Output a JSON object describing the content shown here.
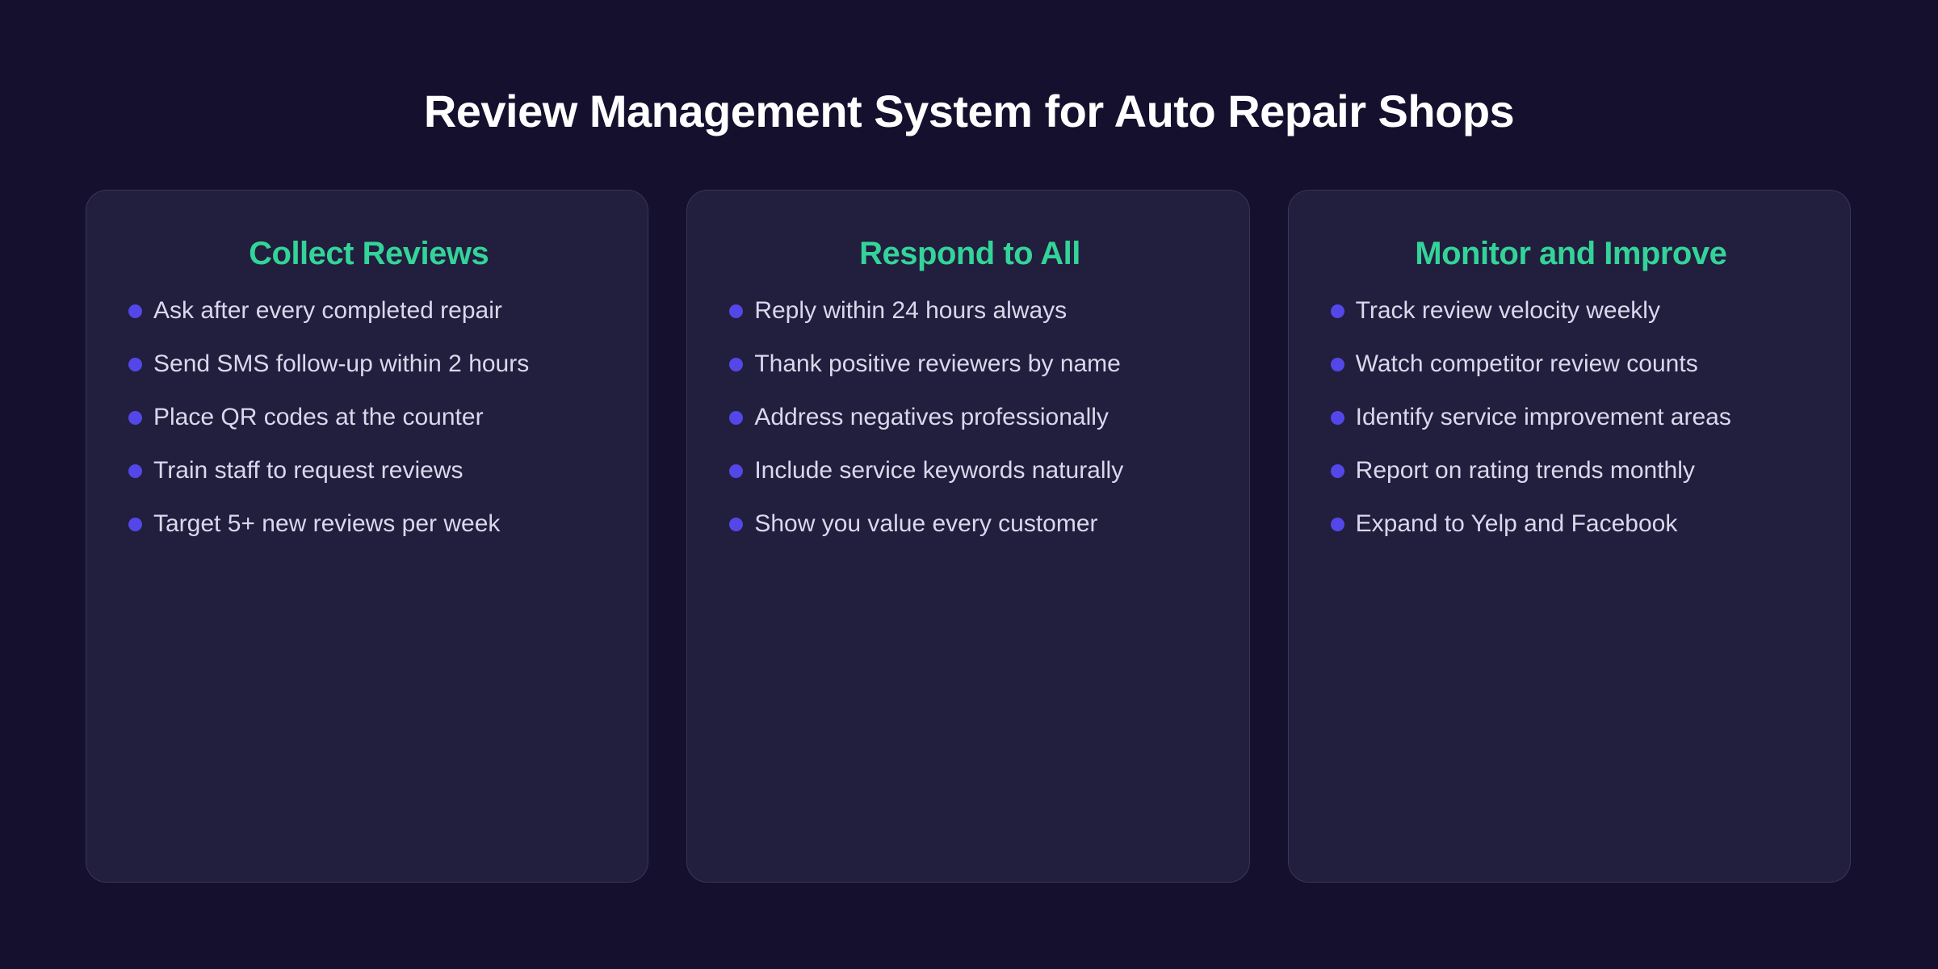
{
  "page": {
    "title": "Review Management System for Auto Repair Shops"
  },
  "cards": [
    {
      "title": "Collect Reviews",
      "items": [
        "Ask after every completed repair",
        "Send SMS follow-up within 2 hours",
        "Place QR codes at the counter",
        "Train staff to request reviews",
        "Target 5+ new reviews per week"
      ]
    },
    {
      "title": "Respond to All",
      "items": [
        "Reply within 24 hours always",
        "Thank positive reviewers by name",
        "Address negatives professionally",
        "Include service keywords naturally",
        "Show you value every customer"
      ]
    },
    {
      "title": "Monitor and Improve",
      "items": [
        "Track review velocity weekly",
        "Watch competitor review counts",
        "Identify service improvement areas",
        "Report on rating trends monthly",
        "Expand to Yelp and Facebook"
      ]
    }
  ],
  "colors": {
    "background": "#15102e",
    "card_background": "#221e3d",
    "card_border": "#3a3559",
    "heading_accent": "#34d399",
    "bullet": "#5447e9",
    "body_text": "#d9d8ec",
    "title_text": "#ffffff"
  }
}
